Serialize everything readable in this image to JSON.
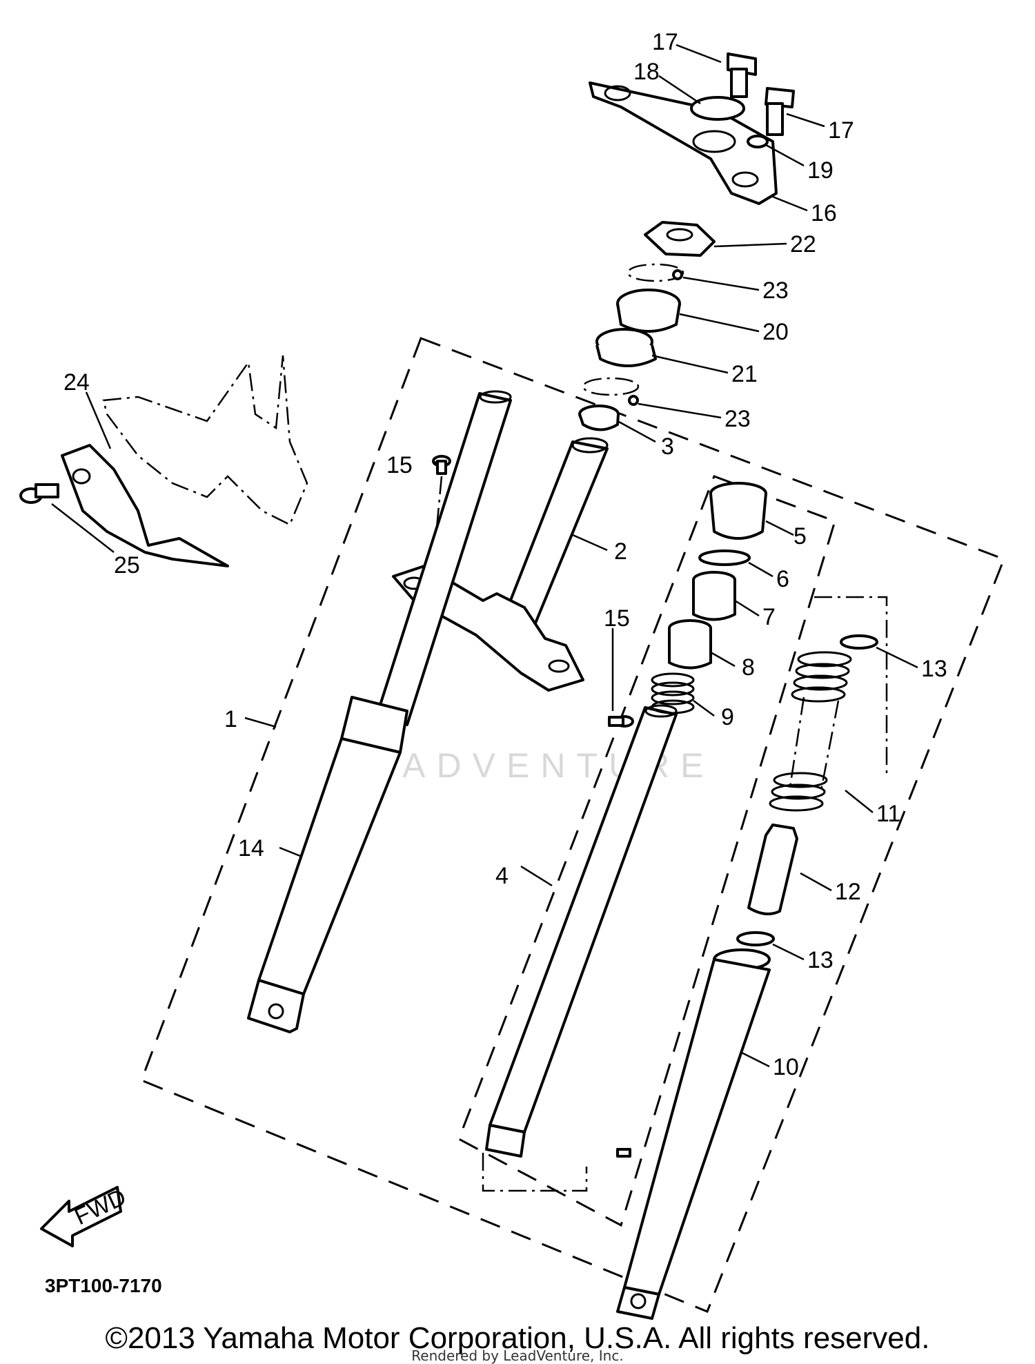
{
  "diagram_code": "3PT100-7170",
  "copyright": "©2013 Yamaha Motor Corporation, U.S.A. All rights reserved.",
  "rendered_by": "Rendered by LeadVenture, Inc.",
  "watermark": "LEADVENTURE",
  "fwd_label": "FWD",
  "callouts": {
    "c1": "1",
    "c2": "2",
    "c3": "3",
    "c4": "4",
    "c5": "5",
    "c6": "6",
    "c7": "7",
    "c8": "8",
    "c9": "9",
    "c10": "10",
    "c11": "11",
    "c12": "12",
    "c13a": "13",
    "c13b": "13",
    "c14": "14",
    "c15a": "15",
    "c15b": "15",
    "c16": "16",
    "c17a": "17",
    "c17b": "17",
    "c18": "18",
    "c19": "19",
    "c20": "20",
    "c21": "21",
    "c22": "22",
    "c23a": "23",
    "c23b": "23",
    "c24": "24",
    "c25": "25"
  }
}
